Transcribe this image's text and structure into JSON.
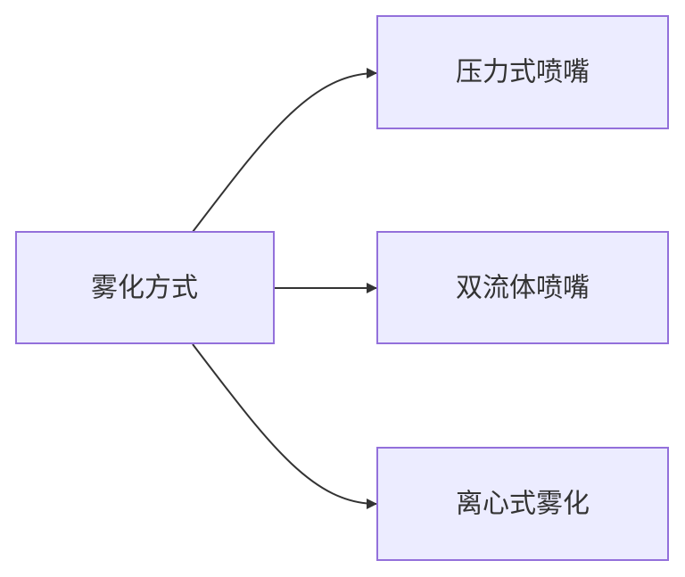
{
  "nodes": {
    "root": {
      "label": "雾化方式"
    },
    "pressure": {
      "label": "压力式喷嘴"
    },
    "twofluid": {
      "label": "双流体喷嘴"
    },
    "centrifugal": {
      "label": "离心式雾化"
    }
  },
  "colors": {
    "node_fill": "#ececff",
    "node_stroke": "#9370db",
    "edge": "#333333",
    "text": "#333333"
  }
}
